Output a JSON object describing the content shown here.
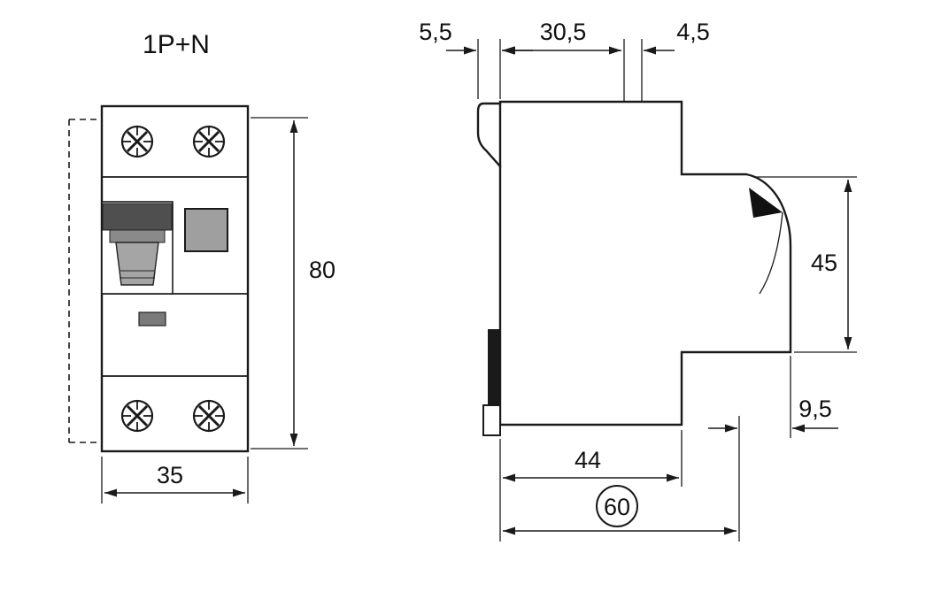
{
  "page": {
    "background": "#ffffff",
    "line_color": "#1a1a1a",
    "toggle_dark": "#4f4f4f",
    "toggle_mid": "#8a8a8a",
    "toggle_light": "#a5a5a5",
    "button_gray": "#9f9f9f",
    "indicator_gray": "#7a7a7a"
  },
  "front_view": {
    "pole_label": "1P+N",
    "height_mm": "80",
    "width_mm": "35"
  },
  "side_view": {
    "din_clip_depth_mm": "5,5",
    "upper_body_depth_mm": "30,5",
    "terminal_pin_width_mm": "4,5",
    "front_face_height_mm": "45",
    "claw_protrusion_mm": "9,5",
    "lower_body_depth_mm": "44",
    "overall_depth_mm": "60"
  }
}
